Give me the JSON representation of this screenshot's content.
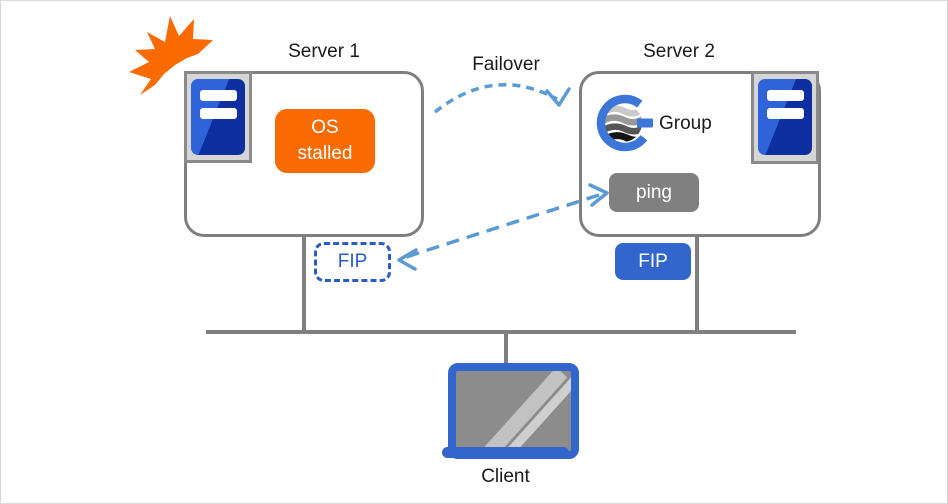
{
  "diagram": {
    "server1": {
      "title": "Server 1",
      "status_box": {
        "line1": "OS",
        "line2": "stalled"
      },
      "fip_label": "FIP"
    },
    "server2": {
      "title": "Server 2",
      "group_label": "Group",
      "ping_label": "ping",
      "fip_label": "FIP"
    },
    "failover_label": "Failover",
    "client_label": "Client"
  },
  "icons": {
    "crash": "orange-starburst",
    "server": "blue-tower-with-two-slots",
    "group": "blue-g-ring-striped-globe",
    "client": "blue-laptop",
    "failover": "dashed-curved-arrow",
    "ping_route": "dashed-double-arrow"
  },
  "colors": {
    "orange": "#f96a00",
    "accent_blue": "#3366cc",
    "arrow_blue": "#5b9bd5",
    "fip_blue": "#2a5cc8",
    "fip_fill": "#3366cc",
    "line_gray": "#7f7f7f",
    "ping_gray": "#808080",
    "panel_gray": "#d6d6d6",
    "tower_blue_dark": "#0e2fa0",
    "tower_blue_light": "#2e63d9",
    "logo_blue": "#3c76d8"
  }
}
